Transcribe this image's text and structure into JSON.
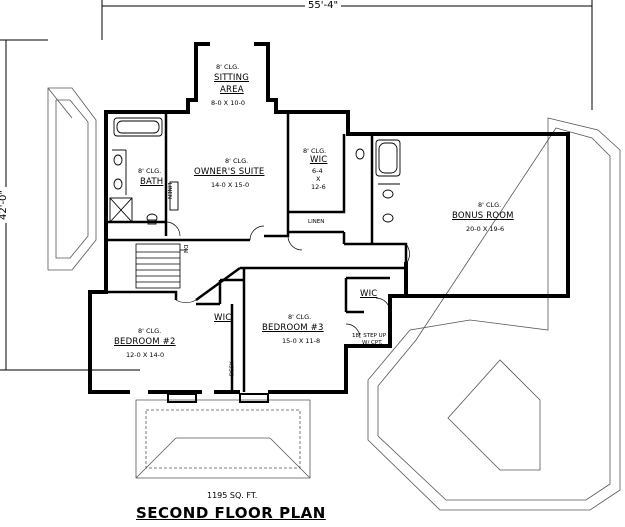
{
  "plan": {
    "title": "SECOND FLOOR PLAN",
    "area": "1195 SQ. FT.",
    "overall_width": "55'-4\"",
    "overall_depth": "42'-0\""
  },
  "rooms": {
    "sitting": {
      "clg": "8' CLG.",
      "name_line1": "SITTING",
      "name_line2": "AREA",
      "size": "8-0 X 10-0"
    },
    "owners_suite": {
      "clg": "8' CLG.",
      "name": "OWNER'S SUITE",
      "size": "14-0 X 15-0"
    },
    "bath": {
      "clg": "8' CLG.",
      "name": "BATH"
    },
    "wic_owner": {
      "clg": "8' CLG.",
      "name": "WIC",
      "size_a": "6-4",
      "size_x": "X",
      "size_b": "12-6"
    },
    "bonus": {
      "clg": "8' CLG.",
      "name": "BONUS ROOM",
      "size": "20-0 X 19-6"
    },
    "bedroom2": {
      "clg": "8' CLG.",
      "name": "BEDROOM #2",
      "size": "12-0 X 14-0"
    },
    "bedroom3": {
      "clg": "8' CLG.",
      "name": "BEDROOM #3",
      "size": "15-0 X 11-8"
    },
    "wic_bed2": {
      "name": "WIC"
    },
    "wic_bed3": {
      "name": "WIC"
    }
  },
  "notes": {
    "linen": "LINEN",
    "linen_closet": "LINEN",
    "down": "DN",
    "desk": "DESK",
    "step_line1": "18\" STEP UP",
    "step_line2": "W/ CPT."
  }
}
